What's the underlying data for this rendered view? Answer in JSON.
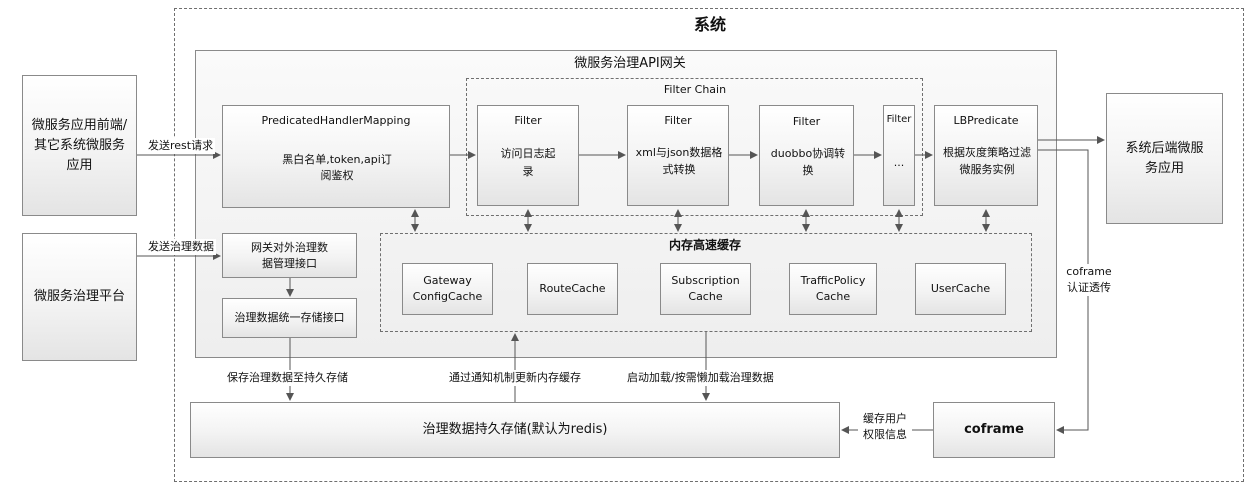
{
  "system": {
    "title": "系统"
  },
  "gateway": {
    "title": "微服务治理API网关"
  },
  "left": {
    "frontend": "微服务应用前端/其它系统微服务应用",
    "platform": "微服务治理平台",
    "send_rest": "发送rest请求",
    "send_gov": "发送治理数据"
  },
  "mapping": {
    "title": "PredicatedHandlerMapping",
    "desc": "黑白名单,token,api订阅鉴权"
  },
  "filter_chain": {
    "title": "Filter Chain",
    "filters": [
      {
        "title": "Filter",
        "desc": "访问日志起录"
      },
      {
        "title": "Filter",
        "desc": "xml与json数据格式转换"
      },
      {
        "title": "Filter",
        "desc": "duobbo协调转换"
      },
      {
        "title": "Filter",
        "desc": "..."
      }
    ]
  },
  "lb": {
    "title": "LBPredicate",
    "desc": "根据灰度策略过滤微服务实例"
  },
  "backend": {
    "label": "系统后端微服务应用"
  },
  "gov_api": {
    "label": "网关对外治理数据管理接口"
  },
  "storage_api": {
    "label": "治理数据统一存储接口"
  },
  "cache": {
    "title": "内存高速缓存",
    "items": [
      "Gateway ConfigCache",
      "RouteCache",
      "Subscription Cache",
      "TrafficPolicy Cache",
      "UserCache"
    ]
  },
  "persistent": {
    "label": "治理数据持久存储(默认为redis)"
  },
  "coframe": {
    "label": "coframe",
    "auth": "coframe认证透传",
    "cache_user": "缓存用户权限信息"
  },
  "edges": {
    "save": "保存治理数据至持久存储",
    "notify": "通过通知机制更新内存缓存",
    "load": "启动加载/按需懒加载治理数据"
  },
  "colors": {
    "border": "#8a8a8a",
    "line": "#555555",
    "panel": "#f2f2f2"
  }
}
